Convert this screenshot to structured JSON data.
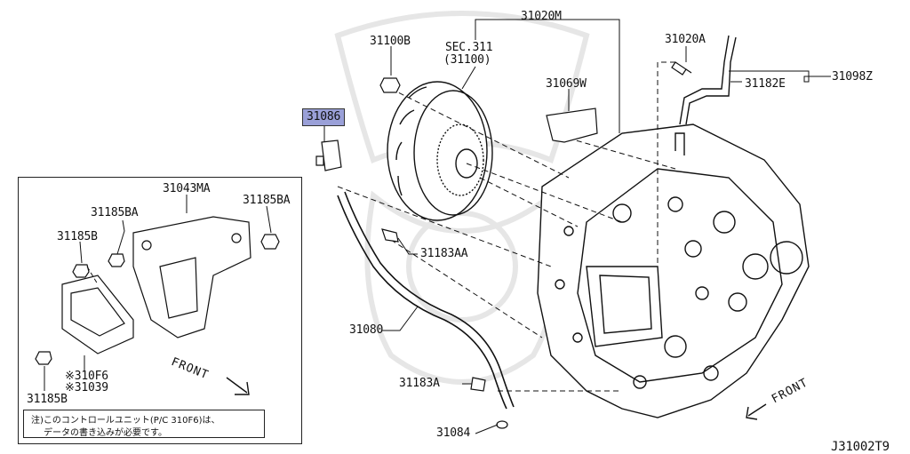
{
  "diagram_code": "J31002T9",
  "highlighted_part": "31086",
  "callouts": {
    "p31020M": "31020M",
    "p31100B": "31100B",
    "sec_line1": "SEC.311",
    "sec_line2": "(31100)",
    "p31020A": "31020A",
    "p31098Z": "31098Z",
    "p31182E": "31182E",
    "p31069W": "31069W",
    "p31086": "31086",
    "p31183AA": "31183AA",
    "p31080": "31080",
    "p31183A": "31183A",
    "p31084": "31084",
    "p31043MA": "31043MA",
    "p31185BA_left": "31185BA",
    "p31185BA_right": "31185BA",
    "p31185B_top": "31185B",
    "p31185B_bottom": "31185B",
    "p310F6": "※310F6",
    "p31039": "※31039"
  },
  "front_labels": {
    "inset": "FRONT",
    "main": "FRONT"
  },
  "note": {
    "line1": "注)このコントロールユニット(P/C 310F6)は、",
    "line2": "データの書き込みが必要です。"
  },
  "colors": {
    "highlight": "#9aa0d8",
    "line": "#111111",
    "watermark": "#e6e6e6"
  }
}
